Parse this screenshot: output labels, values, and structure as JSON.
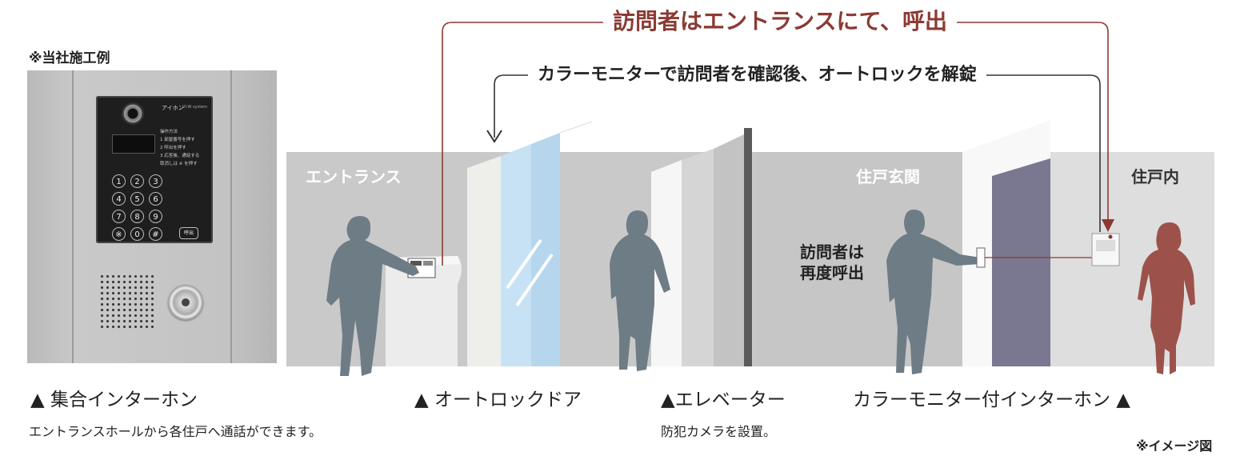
{
  "note_example": "※当社施工例",
  "note_image": "※イメージ図",
  "top_flow": {
    "call_label": "訪問者はエントランスにて、呼出",
    "unlock_label": "カラーモニターで訪問者を確認後、オートロックを解錠"
  },
  "zones": {
    "entrance": "エントランス",
    "front_door": "住戸玄関",
    "inside": "住戸内"
  },
  "recall_label": "訪問者は\n再度呼出",
  "intercom_panel": {
    "brand": "アイホン",
    "model": "VI-W system",
    "instructions": [
      "操作方法",
      "1 部屋番号を押す",
      "2 呼出を押す",
      "3 応答後、通話する",
      "取消しは ※ を押す"
    ],
    "keys": [
      "1",
      "2",
      "3",
      "4",
      "5",
      "6",
      "7",
      "8",
      "9",
      "※",
      "0",
      "#"
    ],
    "call_key": "呼出"
  },
  "captions": {
    "collective_intercom": "▲ 集合インターホン",
    "collective_intercom_sub": "エントランスホールから各住戸へ通話ができます。",
    "auto_lock_door": "▲ オートロックドア",
    "elevator": "▲エレベーター",
    "elevator_sub": "防犯カメラを設置。",
    "monitor_intercom": "カラーモニター付インターホン ▲"
  },
  "colors": {
    "accent_red": "#8b3a33",
    "wall_gray": "#c8c8c8",
    "figure_gray": "#6e7c86",
    "resident": "#9c524b",
    "door_purple": "#7a7790",
    "glass_blue": "#bcdcf0"
  }
}
